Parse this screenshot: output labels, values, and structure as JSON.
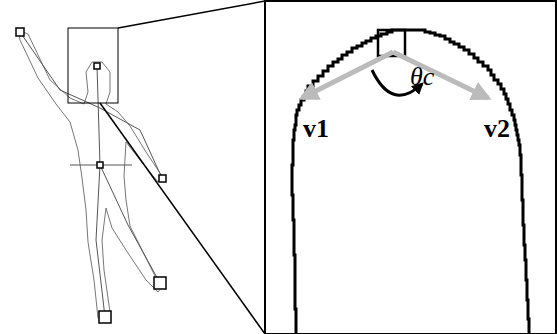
{
  "diagram": {
    "labels": [
      "v1",
      "θc",
      "v2"
    ]
  }
}
